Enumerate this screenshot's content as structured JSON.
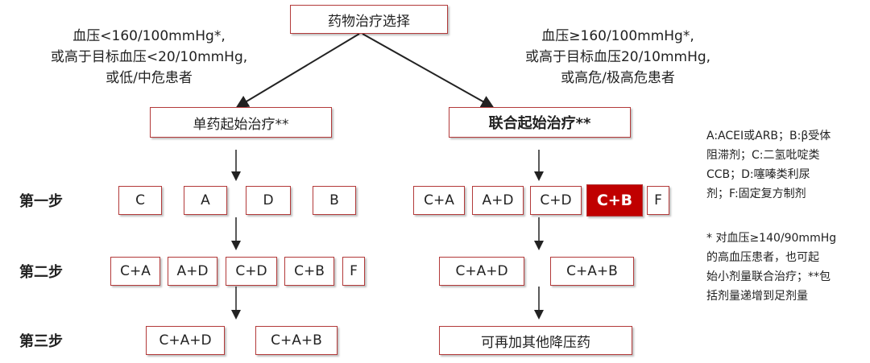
{
  "root": {
    "label": "药物治疗选择"
  },
  "left_condition": {
    "line1": "血压<160/100mmHg*,",
    "line2": "或高于目标血压<20/10mmHg,",
    "line3": "或低/中危患者"
  },
  "right_condition": {
    "line1": "血压≥160/100mmHg*,",
    "line2": "或高于目标血压20/10mmHg,",
    "line3": "或高危/极高危患者"
  },
  "left_branch": {
    "label": "单药起始治疗**"
  },
  "right_branch": {
    "label": "联合起始治疗**"
  },
  "steps": {
    "step1": "第一步",
    "step2": "第二步",
    "step3": "第三步"
  },
  "left_step1": [
    "C",
    "A",
    "D",
    "B"
  ],
  "left_step2": [
    "C+A",
    "A+D",
    "C+D",
    "C+B",
    "F"
  ],
  "left_step3": [
    "C+A+D",
    "C+A+B"
  ],
  "right_step1": [
    "C+A",
    "A+D",
    "C+D",
    "C+B",
    "F"
  ],
  "right_step2": [
    "C+A+D",
    "C+A+B"
  ],
  "right_step3": [
    "可再加其他降压药"
  ],
  "legend": {
    "line1": "A:ACEI或ARB；B:β受体",
    "line2": "阻滞剂；C:二氢吡啶类",
    "line3": "CCB；D:噻嗪类利尿",
    "line4": "剂；F:固定复方制剂"
  },
  "footnote": {
    "line1": "* 对血压≥140/90mmHg",
    "line2": "的高血压患者，也可起",
    "line3": "始小剂量联合治疗；**包",
    "line4": "括剂量递增到足剂量"
  },
  "colors": {
    "border": "#b33a3a",
    "highlight": "#c00000"
  }
}
